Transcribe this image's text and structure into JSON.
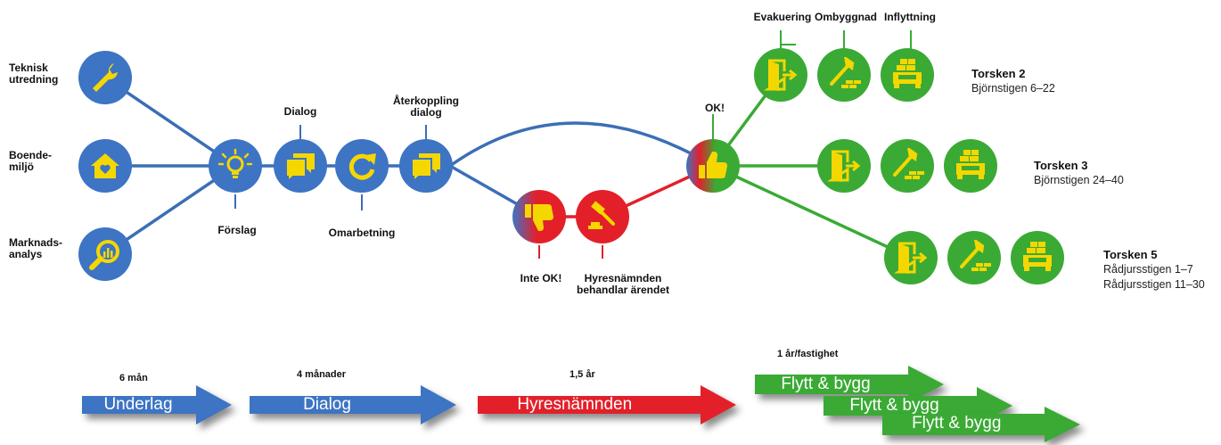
{
  "colors": {
    "blue": "#3d74c4",
    "red": "#e3202a",
    "green": "#3aaa35",
    "yellow": "#f5d700",
    "line_blue": "#3a6fb5",
    "line_red": "#e3202a",
    "line_green": "#3aaa35"
  },
  "stages": {
    "teknisk": "Teknisk\nutredning",
    "boende": "Boende-\nmiljö",
    "marknad": "Marknads-\nanalys",
    "forslag": "Förslag",
    "dialog": "Dialog",
    "omarbetning": "Omarbetning",
    "aterkoppling": "Återkoppling\ndialog",
    "inte_ok": "Inte OK!",
    "hyresnamnden": "Hyresnämnden\nbehandlar ärendet",
    "ok": "OK!",
    "evakuering": "Evakuering",
    "ombyggnad": "Ombyggnad",
    "inflyttning": "Inflyttning"
  },
  "locations": [
    {
      "title": "Torsken 2",
      "lines": [
        "Björnstigen 6–22"
      ]
    },
    {
      "title": "Torsken 3",
      "lines": [
        "Björnstigen 24–40"
      ]
    },
    {
      "title": "Torsken 5",
      "lines": [
        "Rådjursstigen 1–7",
        "Rådjursstigen 11–30"
      ]
    }
  ],
  "timeline": [
    {
      "label": "Underlag",
      "duration": "6 mån",
      "color": "blue"
    },
    {
      "label": "Dialog",
      "duration": "4 månader",
      "color": "blue"
    },
    {
      "label": "Hyresnämnden",
      "duration": "1,5 år",
      "color": "red"
    },
    {
      "label": "Flytt & bygg",
      "duration": "1 år/fastighet",
      "color": "green"
    },
    {
      "label": "Flytt & bygg",
      "duration": "",
      "color": "green"
    },
    {
      "label": "Flytt & bygg",
      "duration": "",
      "color": "green"
    }
  ],
  "icons": [
    "wrench-icon",
    "house-icon",
    "magnifier-chart-icon",
    "lightbulb-icon",
    "chat-icon",
    "refresh-icon",
    "chat-icon",
    "thumbs-down-icon",
    "gavel-icon",
    "thumbs-up-icon",
    "door-exit-icon",
    "hammer-bricks-icon",
    "car-boxes-icon"
  ]
}
